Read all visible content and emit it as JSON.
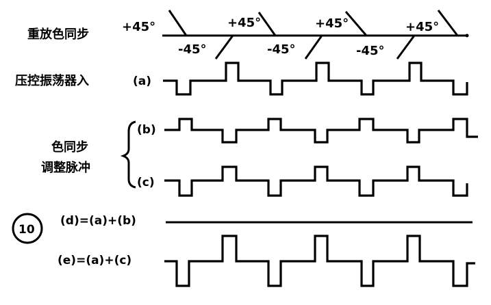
{
  "labels": {
    "burst": "重放色同步",
    "vco_input": "压控振荡器入",
    "adj_line1": "色同步",
    "adj_line2": "调整脉冲",
    "sig_a": "(a)",
    "sig_b": "(b)",
    "sig_c": "(c)",
    "sum_d": "(d)=(a)+(b)",
    "sum_e": "(e)=(a)+(c)",
    "figure_number": "10"
  },
  "angles": {
    "plus": [
      "+45°",
      "+45°",
      "+45°",
      "+45°"
    ],
    "minus": [
      "-45°",
      "-45°",
      "-45°"
    ]
  },
  "colors": {
    "ink": "#000000",
    "paper": "#ffffff"
  }
}
